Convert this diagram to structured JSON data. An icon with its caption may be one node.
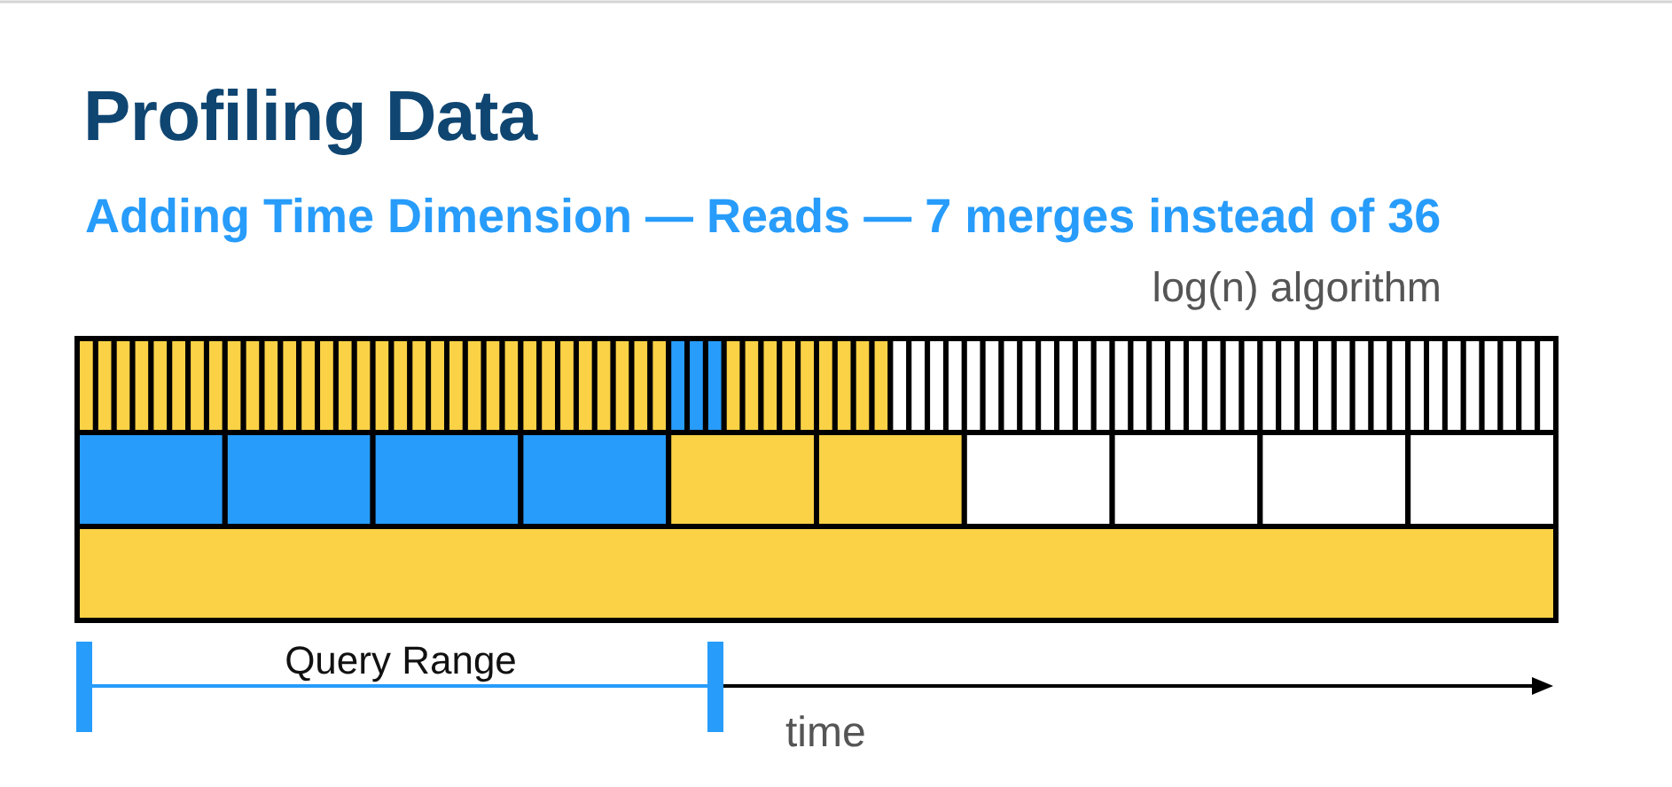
{
  "diagram": {
    "title": "Profiling Data",
    "labels": [
      "Adding Time Dimension — Reads — 7 merges instead of 36",
      "log(n) algorithm",
      "Query Range",
      "time"
    ]
  }
}
